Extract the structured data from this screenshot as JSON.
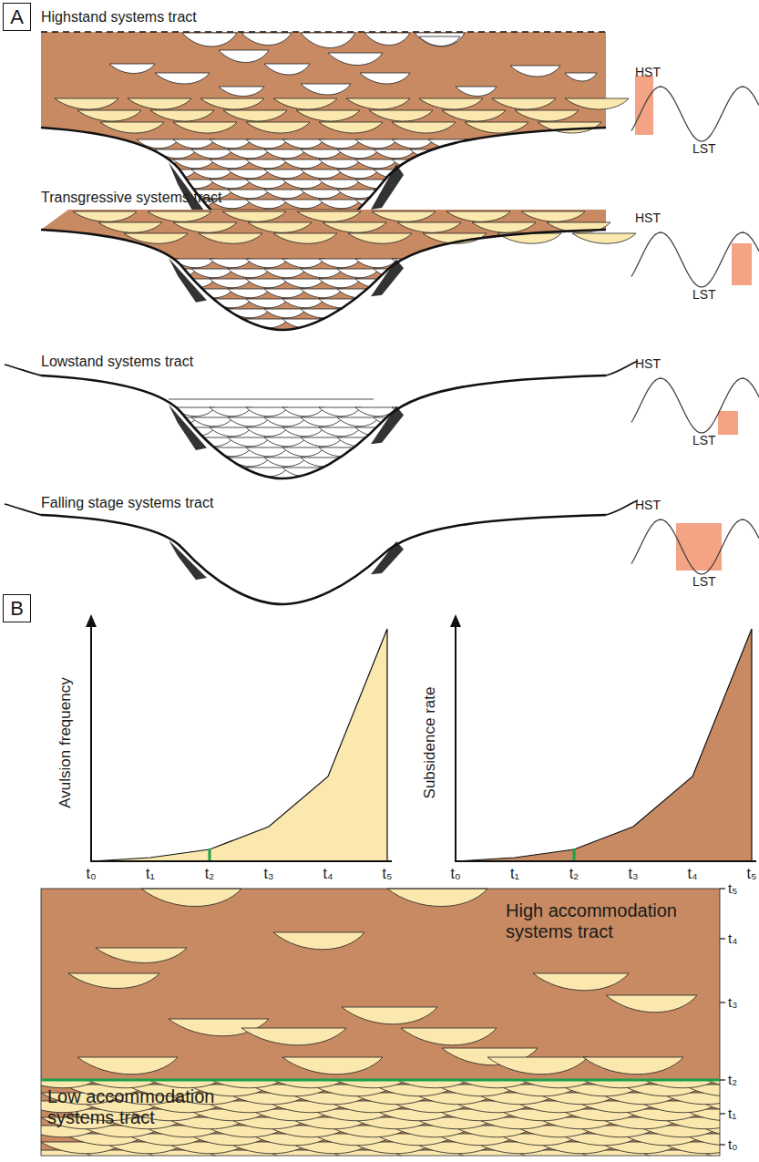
{
  "diagram": {
    "nodes": [
      {
        "text": [
          "A"
        ]
      },
      {
        "text": [
          "B"
        ]
      }
    ],
    "labels": [
      "Highstand systems tract",
      "HST",
      "LST",
      "Transgressive systems tract",
      "HST",
      "LST",
      "Lowstand systems tract",
      "HST",
      "LST",
      "Falling stage systems tract",
      "HST",
      "LST",
      "Avulsion frequency",
      "t₀",
      "t₁",
      "t₂",
      "t₃",
      "t₄",
      "t₅",
      "Subsidence rate",
      "t₀",
      "t₁",
      "t₂",
      "t₃",
      "t₄",
      "t₅",
      "High accommodation systems tract",
      "Low accommodation systems tract",
      "t₅",
      "t₄",
      "t₃",
      "t₂",
      "t₁",
      "t₀"
    ]
  }
}
